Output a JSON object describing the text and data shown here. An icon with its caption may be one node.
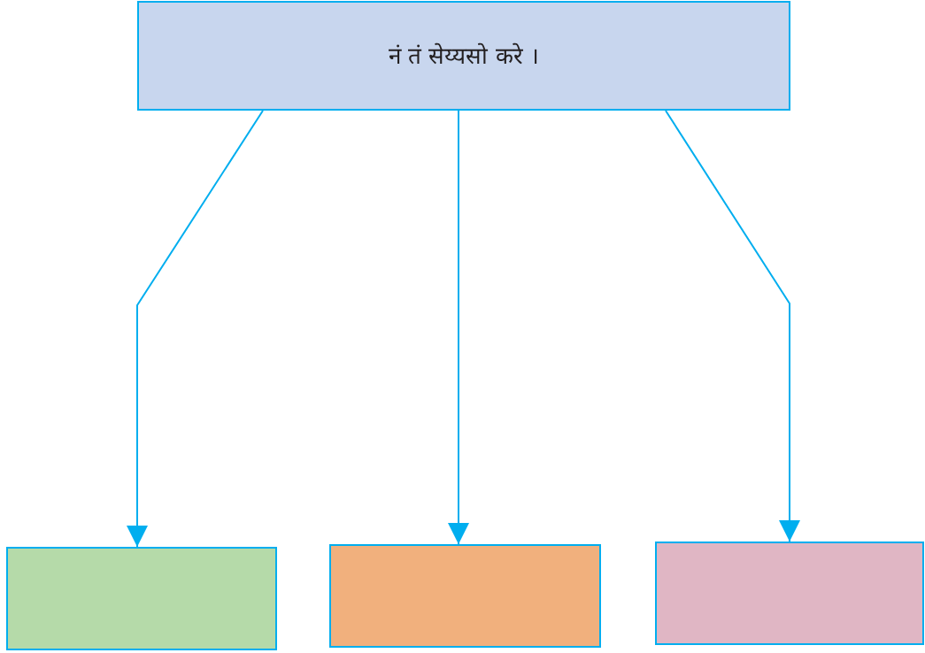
{
  "diagram": {
    "nodes": [
      {
        "text": [
          "नं तं सेय्यसो करे ।"
        ]
      },
      {
        "text": [],
        "shape": "box"
      },
      {
        "text": [],
        "shape": "box"
      },
      {
        "text": [],
        "shape": "box"
      }
    ],
    "edges": [
      {
        "from": 0,
        "to": 1,
        "arrow": "to"
      },
      {
        "from": 0,
        "to": 2,
        "arrow": "to"
      },
      {
        "from": 0,
        "to": 3,
        "arrow": "to"
      }
    ]
  }
}
